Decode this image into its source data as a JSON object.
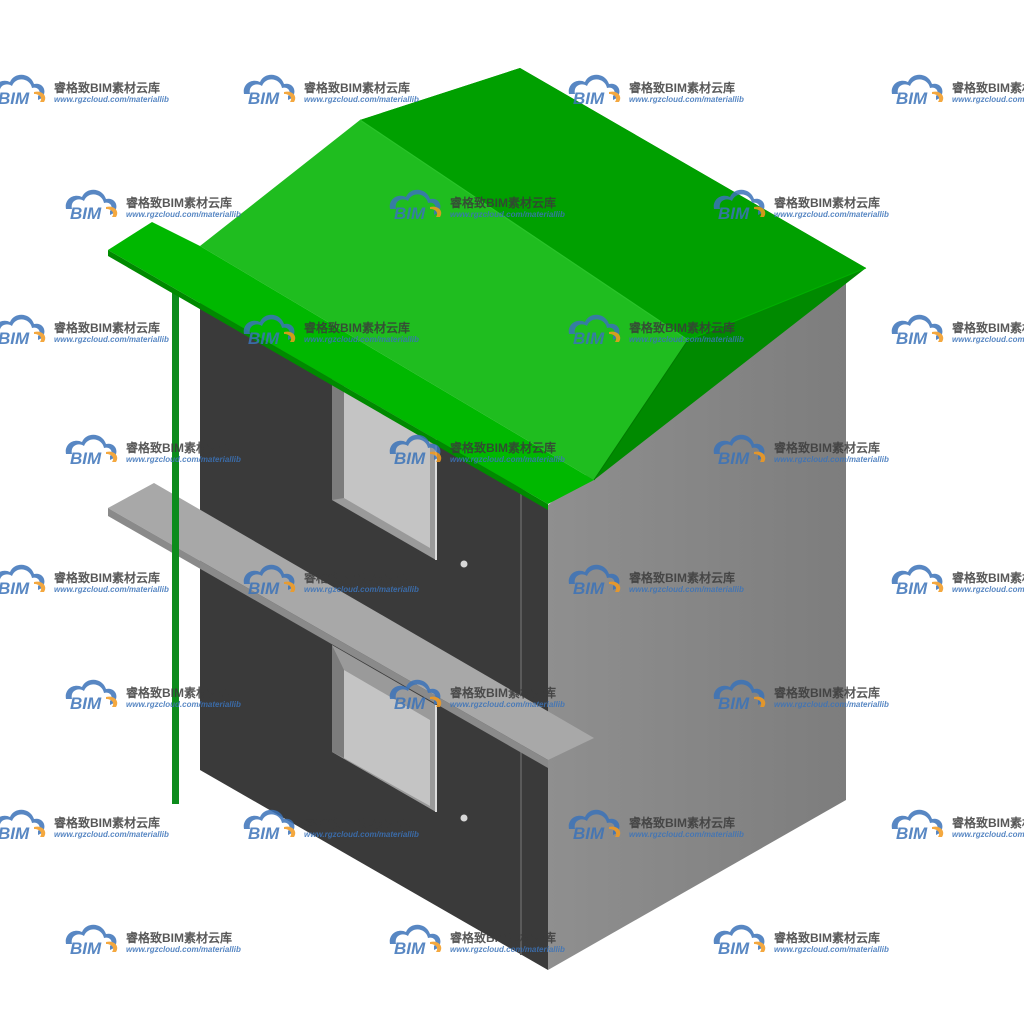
{
  "scene": {
    "subject": "3D house model",
    "colors": {
      "background": "#ffffff",
      "roof_top": "#00a000",
      "roof_light": "#1fbd1f",
      "roof_dark": "#008a00",
      "roof_edge": "#00b800",
      "front_wall": "#3a3a3a",
      "side_wall": "#8a8a8a",
      "window_recess": "#9a9a9a",
      "window_inner": "#c4c4c4",
      "canopy_top": "#a8a8a8",
      "canopy_side": "#8a8a8a",
      "downpipe": "#0c8c1c"
    }
  },
  "watermark": {
    "logo_text": "BIM",
    "title": "睿格致BIM素材云库",
    "url": "www.rgzcloud.com/materiallib",
    "colors": {
      "cloud": "#3b73b9",
      "accent": "#f39a1e",
      "text": "#3a3a3a"
    }
  }
}
